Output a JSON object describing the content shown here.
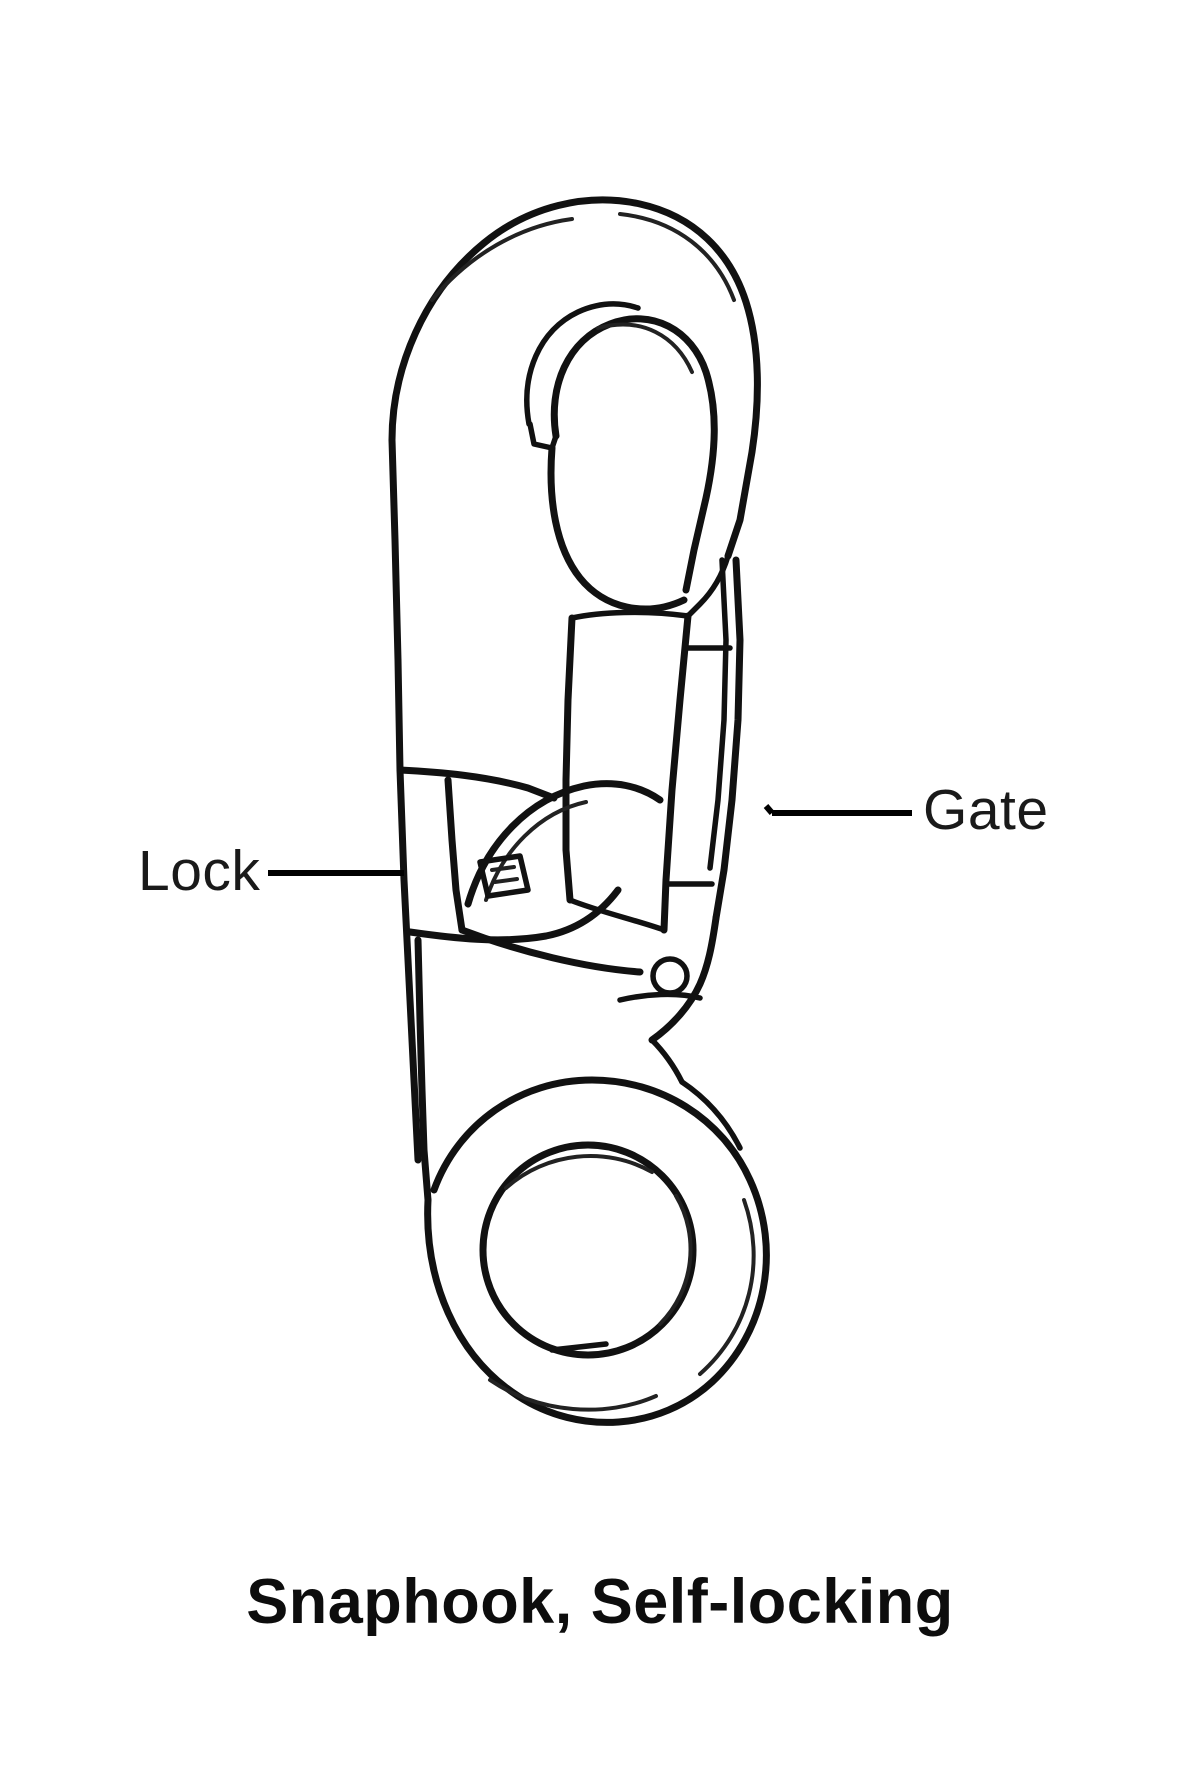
{
  "figure": {
    "caption": "Snaphook,  Self-locking",
    "subject": "snaphook-self-locking",
    "background_color": "#ffffff",
    "line_color": "#111111",
    "callouts": [
      {
        "id": "lock",
        "label": "Lock",
        "leader_from": [
          268,
          873
        ],
        "leader_to": [
          404,
          873
        ]
      },
      {
        "id": "gate",
        "label": "Gate",
        "leader_from": [
          912,
          813
        ],
        "leader_to": [
          772,
          813
        ]
      }
    ],
    "parts": [
      "hook-body",
      "hook-nose",
      "gate",
      "lock",
      "lock-keeper",
      "pivot-rivet",
      "eye"
    ]
  }
}
